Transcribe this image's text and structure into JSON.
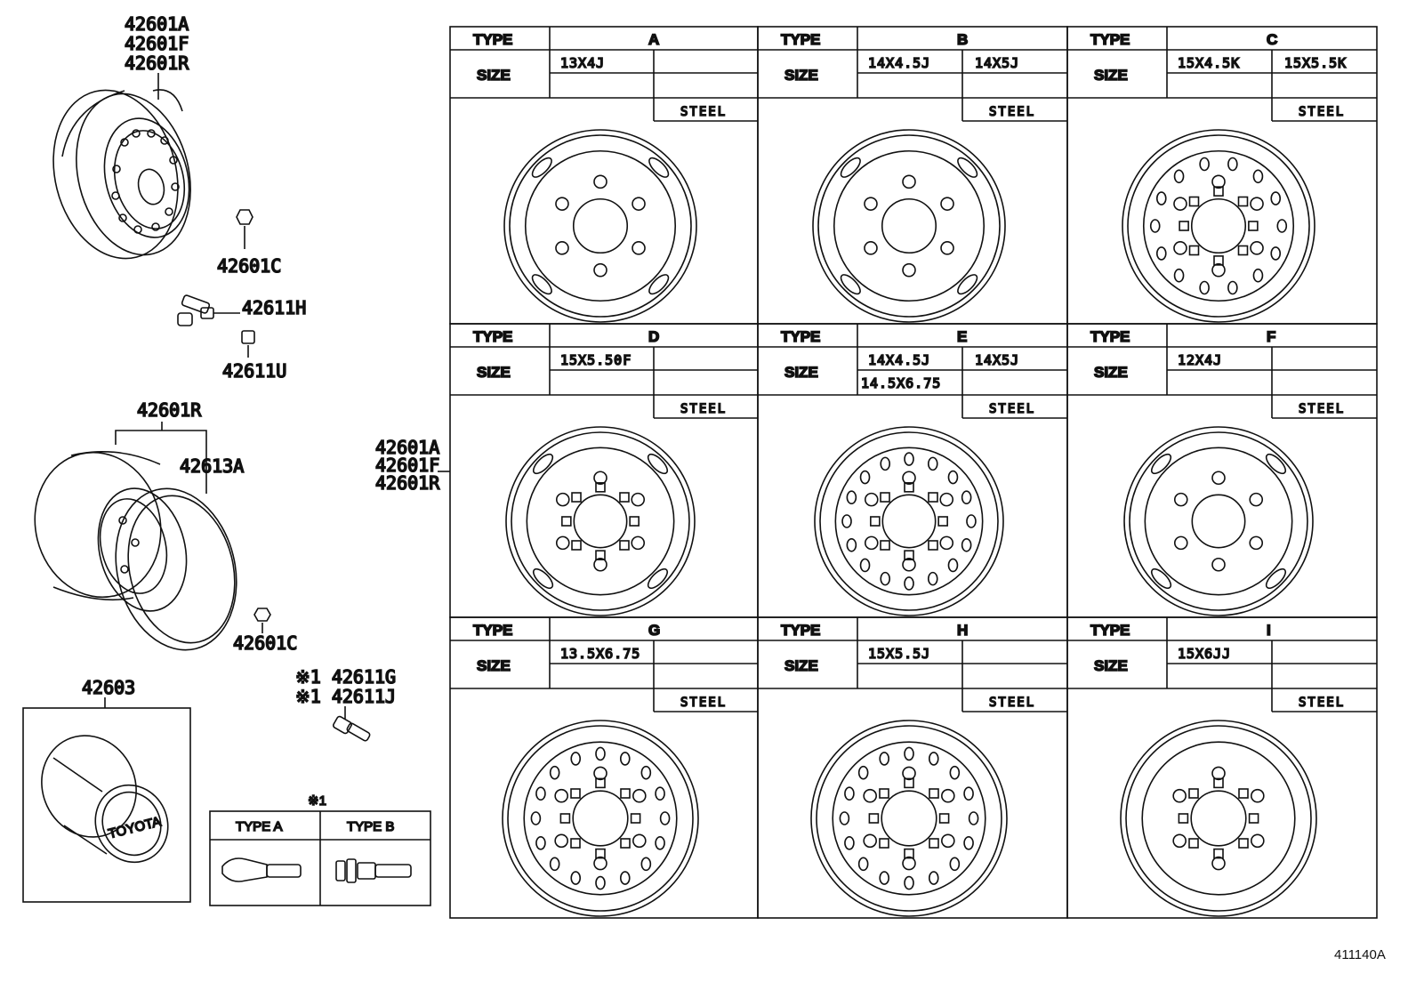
{
  "left_labels": {
    "top_wheel_parts": [
      "42601A",
      "42601F",
      "42601R"
    ],
    "nut_top": "42601C",
    "valve_h": "42611H",
    "valve_u": "42611U",
    "split_rim_wheel": "42601R",
    "rim_ring": "42613A",
    "nut_mid": "42601C",
    "hub_cap": "42603",
    "valve_g": "※1 42611G",
    "valve_j": "※1 42611J",
    "mid_wheel_parts": [
      "42601A",
      "42601F",
      "42601R"
    ],
    "cap_logo": "TOYOTA"
  },
  "valve_box": {
    "note": "※1",
    "type_a": "TYPE A",
    "type_b": "TYPE B"
  },
  "table": {
    "type_label": "TYPE",
    "size_label": "SIZE",
    "size_label_alt": "SIZE",
    "material": "STEEL",
    "cells": [
      {
        "type": "A",
        "sizes": [
          "13X4J"
        ]
      },
      {
        "type": "B",
        "sizes": [
          "14X4.5J",
          "14X5J"
        ]
      },
      {
        "type": "C",
        "sizes": [
          "15X4.5K",
          "15X5.5K"
        ]
      },
      {
        "type": "D",
        "sizes": [
          "15X5.50F"
        ]
      },
      {
        "type": "E",
        "sizes": [
          "14X4.5J",
          "14X5J",
          "14.5X6.75"
        ]
      },
      {
        "type": "F",
        "sizes": [
          "12X4J"
        ]
      },
      {
        "type": "G",
        "sizes": [
          "13.5X6.75"
        ]
      },
      {
        "type": "H",
        "sizes": [
          "15X5.5J"
        ]
      },
      {
        "type": "I",
        "sizes": [
          "15X6JJ"
        ]
      }
    ]
  },
  "figure_code": "411140A"
}
